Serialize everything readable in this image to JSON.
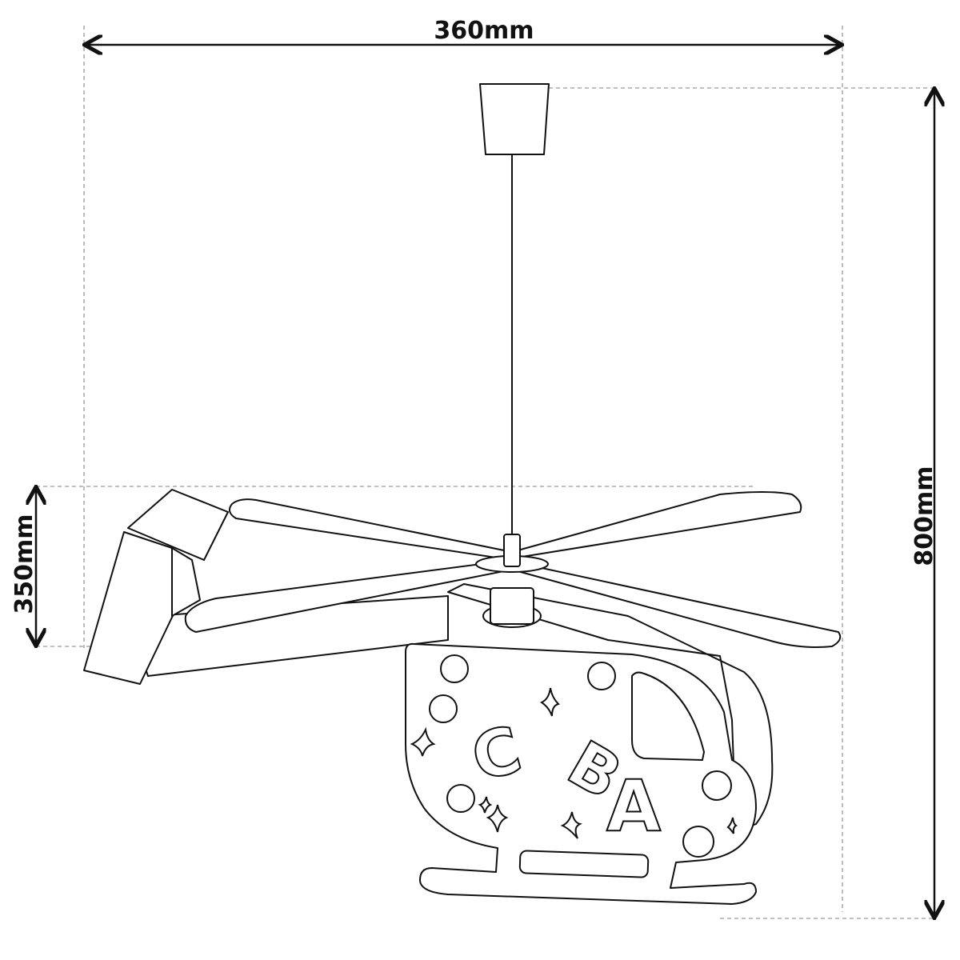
{
  "dimensions": {
    "width": "360mm",
    "height": "800mm",
    "body_height": "350mm"
  },
  "decoration_letters": [
    "C",
    "B",
    "A"
  ],
  "colors": {
    "line": "#111111",
    "guide": "#999999",
    "background": "#ffffff"
  }
}
